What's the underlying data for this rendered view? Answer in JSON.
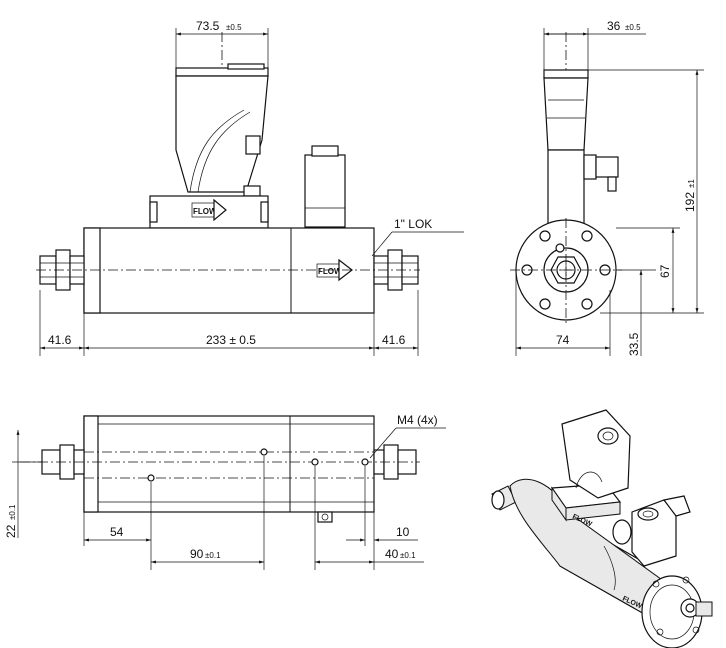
{
  "drawing_title": "",
  "front_view": {
    "dim_top_width": "73.5",
    "dim_top_tol": "±0.5",
    "flow_label_top": "FLOW",
    "flow_label_body": "FLOW",
    "lok_label": "1\" LOK",
    "dim_left_fitting": "41.6",
    "dim_body_length": "233 ± 0.5",
    "dim_right_fitting": "41.6"
  },
  "side_view": {
    "dim_top_width": "36",
    "dim_top_tol": "±0.5",
    "dim_total_height": "192",
    "dim_total_height_tol": "±1",
    "dim_center_height": "67",
    "dim_axis_height": "33.5",
    "dim_width": "74"
  },
  "bottom_view": {
    "thread_label": "M4 (4x)",
    "dim_height": "22",
    "dim_height_tol": "±0.1",
    "dim_54": "54",
    "dim_90": "90",
    "dim_90_tol": "±0.1",
    "dim_10": "10",
    "dim_40": "40",
    "dim_40_tol": "±0.1"
  },
  "iso_view": {
    "flow_label_body": "FLOW",
    "flow_label_front": "FLOW"
  }
}
